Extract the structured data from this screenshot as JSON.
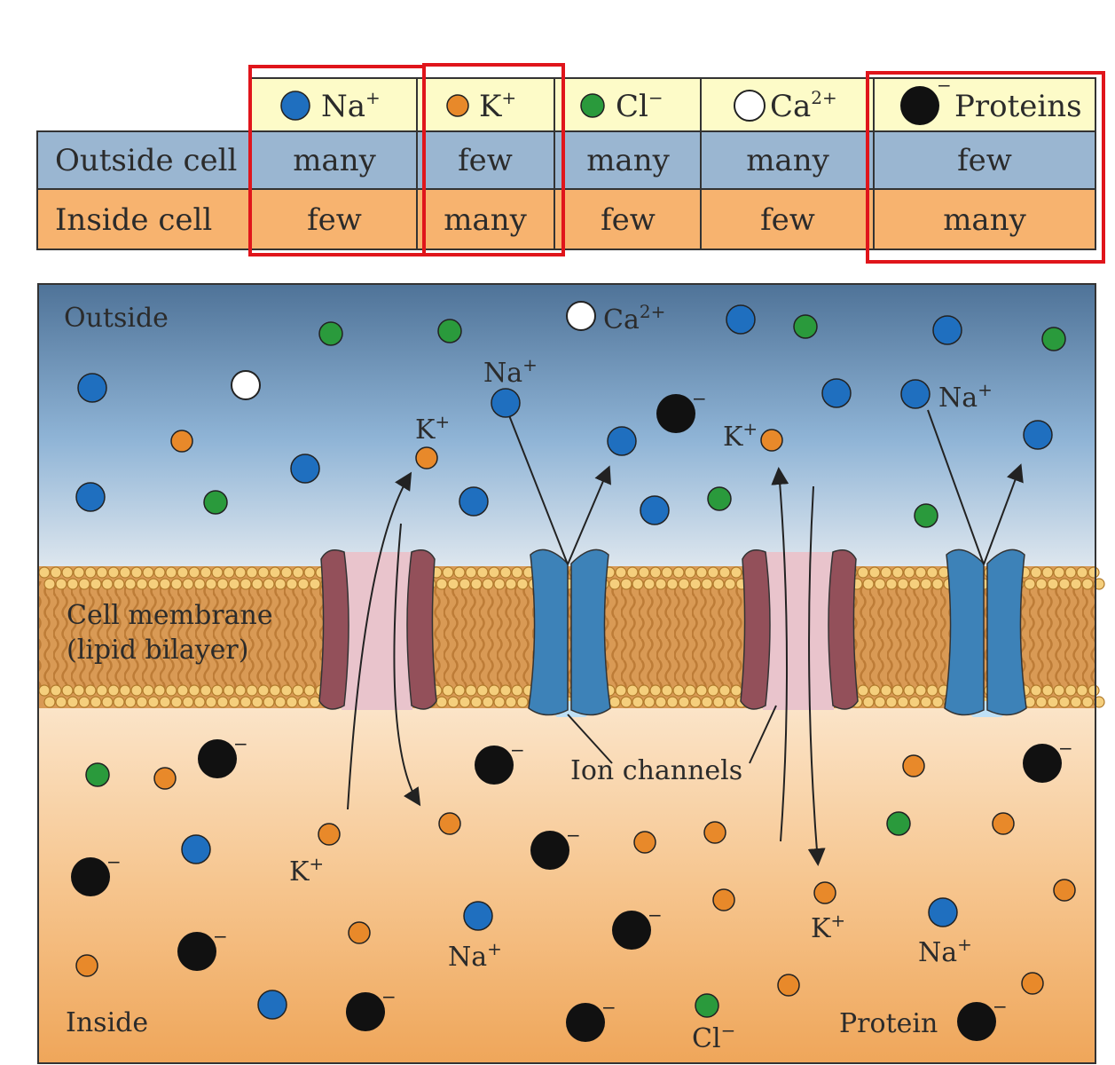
{
  "table": {
    "ions": [
      {
        "symbol": "Na",
        "charge": "+",
        "color": "#1f6fbf"
      },
      {
        "symbol": "K",
        "charge": "+",
        "color": "#e8892a"
      },
      {
        "symbol": "Cl",
        "charge": "−",
        "color": "#2a9a3c"
      },
      {
        "symbol": "Ca",
        "charge": "2+",
        "color": "#ffffff"
      },
      {
        "symbol": "Proteins",
        "charge": "−",
        "color": "#111111"
      }
    ],
    "rows": [
      {
        "label": "Outside cell",
        "values": [
          "many",
          "few",
          "many",
          "many",
          "few"
        ]
      },
      {
        "label": "Inside cell",
        "values": [
          "few",
          "many",
          "few",
          "few",
          "many"
        ]
      }
    ]
  },
  "diagram": {
    "outside_label": "Outside",
    "inside_label": "Inside",
    "membrane_label_1": "Cell membrane",
    "membrane_label_2": "(lipid bilayer)",
    "ion_channels_label": "Ion channels",
    "labels": {
      "ca_top": "Ca",
      "ca_top_sup": "2+",
      "na_left": "Na",
      "na_right": "Na",
      "k_top_left": "K",
      "k_top_right": "K",
      "k_bottom_left": "K",
      "k_bottom_right": "K",
      "na_bottom_mid": "Na",
      "na_bottom_right": "Na",
      "cl_bottom": "Cl",
      "protein_bottom": "Protein",
      "plus": "+",
      "minus": "−"
    }
  },
  "colors": {
    "na": "#1f6fbf",
    "k": "#e8892a",
    "cl": "#2a9a3c",
    "ca": "#ffffff",
    "protein": "#111111",
    "highlight": "#e0151b",
    "k_channel": "#93505a",
    "na_channel": "#3d82b8"
  }
}
